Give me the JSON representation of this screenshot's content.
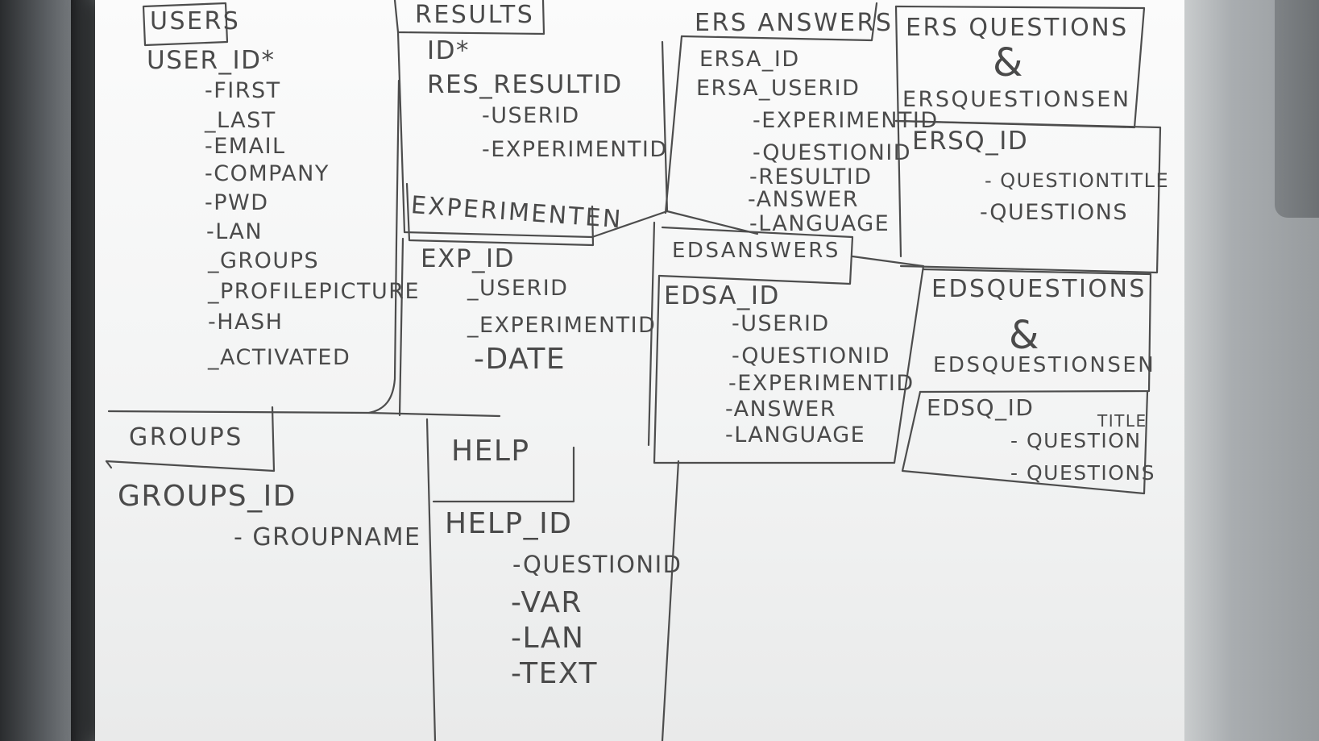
{
  "tables": {
    "users": {
      "title": "USERS",
      "pk": "USER_ID*",
      "fields": [
        "-FIRST",
        "_LAST",
        "-EMAIL",
        "-COMPANY",
        "-PWD",
        "-LAN",
        "_GROUPS",
        "_PROFILEPICTURE",
        "-HASH",
        "_ACTIVATED"
      ]
    },
    "results": {
      "title": "RESULTS",
      "pk": "ID*",
      "sub": "RES_RESULTID",
      "fields": [
        "-USERID",
        "-EXPERIMENTID"
      ]
    },
    "experiment": {
      "title": "EXPERIMENTEN",
      "pk": "EXP_ID",
      "fields": [
        "_USERID",
        "_EXPERIMENTID",
        "-DATE"
      ]
    },
    "ers_answers": {
      "title": "ERS ANSWERS",
      "pk": "ERSA_ID",
      "sub": "ERSA_USERID",
      "fields": [
        "-EXPERIMENTID",
        "-QUESTIONID",
        "-RESULTID",
        "-ANSWER",
        "-LANGUAGE"
      ]
    },
    "ers_questions": {
      "title_line1": "ERS QUESTIONS",
      "amp": "&",
      "title_line2": "ERSQUESTIONSEN",
      "pk": "ERSQ_ID",
      "fields": [
        "- QUESTIONTITLE",
        "-QUESTIONS"
      ]
    },
    "eds_answers": {
      "title": "EDSANSWERS",
      "pk": "EDSA_ID",
      "fields": [
        "-USERID",
        "-QUESTIONID",
        "-EXPERIMENTID",
        "-ANSWER",
        "-LANGUAGE"
      ]
    },
    "eds_questions": {
      "title_line1": "EDSQUESTIONS",
      "amp": "&",
      "title_line2": "EDSQUESTIONSEN",
      "pk": "EDSQ_ID",
      "note": "TITLE",
      "fields": [
        "- QUESTION",
        "- QUESTIONS"
      ]
    },
    "groups": {
      "title": "GROUPS",
      "pk": "GROUPS_ID",
      "fields": [
        "- GROUPNAME"
      ]
    },
    "help": {
      "title": "HELP",
      "pk": "HELP_ID",
      "fields": [
        "-QUESTIONID",
        "-VAR",
        "-LAN",
        "-TEXT"
      ]
    }
  }
}
